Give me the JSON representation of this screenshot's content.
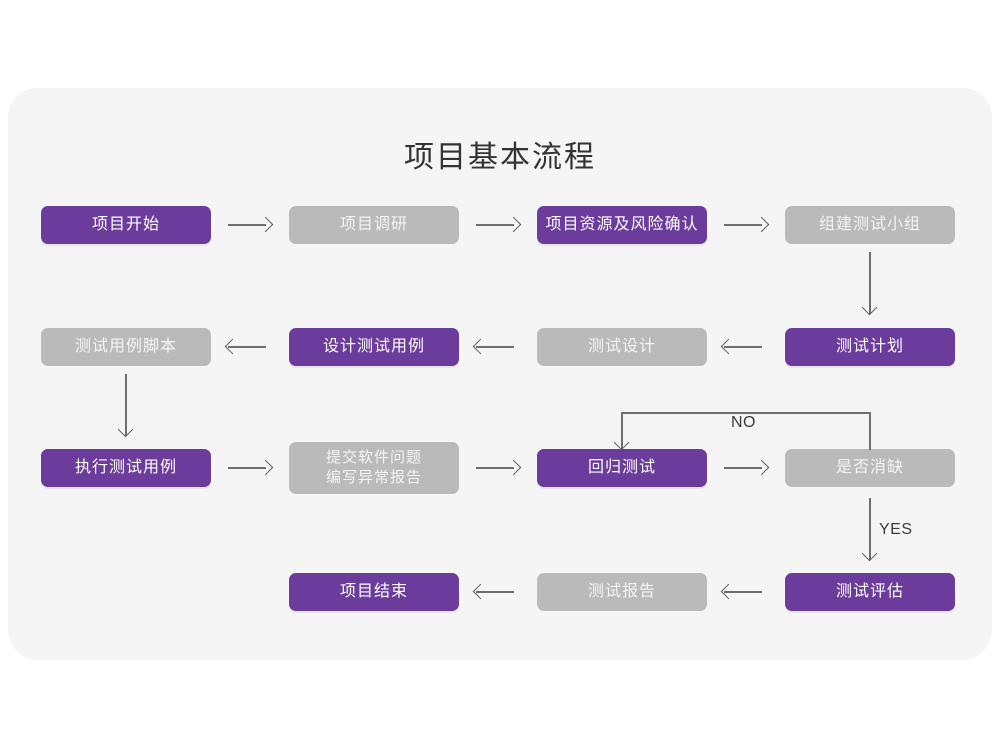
{
  "page": {
    "title": "项目基本流程",
    "panel_bg": "#f5f5f5",
    "canvas_bg": "#ffffff"
  },
  "colors": {
    "purple": "#6B3C9C",
    "gray": "#BABABA",
    "line": "#6E6E6E",
    "title_text": "#333333",
    "purple_text": "#FFFFFF",
    "gray_text": "#F4F4F4"
  },
  "chart_data": {
    "type": "diagram",
    "title": "项目基本流程",
    "nodes": [
      {
        "id": "n1",
        "label": "项目开始",
        "style": "purple",
        "row": 1,
        "col": 1
      },
      {
        "id": "n2",
        "label": "项目调研",
        "style": "gray",
        "row": 1,
        "col": 2
      },
      {
        "id": "n3",
        "label": "项目资源及风险确认",
        "style": "purple",
        "row": 1,
        "col": 3
      },
      {
        "id": "n4",
        "label": "组建测试小组",
        "style": "gray",
        "row": 1,
        "col": 4
      },
      {
        "id": "n5",
        "label": "测试用例脚本",
        "style": "gray",
        "row": 2,
        "col": 1
      },
      {
        "id": "n6",
        "label": "设计测试用例",
        "style": "purple",
        "row": 2,
        "col": 2
      },
      {
        "id": "n7",
        "label": "测试设计",
        "style": "gray",
        "row": 2,
        "col": 3
      },
      {
        "id": "n8",
        "label": "测试计划",
        "style": "purple",
        "row": 2,
        "col": 4
      },
      {
        "id": "n9",
        "label": "执行测试用例",
        "style": "purple",
        "row": 3,
        "col": 1
      },
      {
        "id": "n10",
        "label": "提交软件问题\n编写异常报告",
        "style": "gray",
        "row": 3,
        "col": 2
      },
      {
        "id": "n11",
        "label": "回归测试",
        "style": "purple",
        "row": 3,
        "col": 3
      },
      {
        "id": "n12",
        "label": "是否消缺",
        "style": "gray",
        "row": 3,
        "col": 4
      },
      {
        "id": "n13",
        "label": "项目结束",
        "style": "purple",
        "row": 4,
        "col": 2
      },
      {
        "id": "n14",
        "label": "测试报告",
        "style": "gray",
        "row": 4,
        "col": 3
      },
      {
        "id": "n15",
        "label": "测试评估",
        "style": "purple",
        "row": 4,
        "col": 4
      }
    ],
    "edges": [
      {
        "from": "n1",
        "to": "n2",
        "dir": "right",
        "label": ""
      },
      {
        "from": "n2",
        "to": "n3",
        "dir": "right",
        "label": ""
      },
      {
        "from": "n3",
        "to": "n4",
        "dir": "right",
        "label": ""
      },
      {
        "from": "n4",
        "to": "n8",
        "dir": "down",
        "label": ""
      },
      {
        "from": "n8",
        "to": "n7",
        "dir": "left",
        "label": ""
      },
      {
        "from": "n7",
        "to": "n6",
        "dir": "left",
        "label": ""
      },
      {
        "from": "n6",
        "to": "n5",
        "dir": "left",
        "label": ""
      },
      {
        "from": "n5",
        "to": "n9",
        "dir": "down",
        "label": ""
      },
      {
        "from": "n9",
        "to": "n10",
        "dir": "right",
        "label": ""
      },
      {
        "from": "n10",
        "to": "n11",
        "dir": "right",
        "label": ""
      },
      {
        "from": "n11",
        "to": "n12",
        "dir": "right",
        "label": ""
      },
      {
        "from": "n12",
        "to": "n11",
        "dir": "loop-up-left",
        "label": "NO"
      },
      {
        "from": "n12",
        "to": "n15",
        "dir": "down",
        "label": "YES"
      },
      {
        "from": "n15",
        "to": "n14",
        "dir": "left",
        "label": ""
      },
      {
        "from": "n14",
        "to": "n13",
        "dir": "left",
        "label": ""
      }
    ],
    "edge_labels": {
      "no": "NO",
      "yes": "YES"
    }
  }
}
